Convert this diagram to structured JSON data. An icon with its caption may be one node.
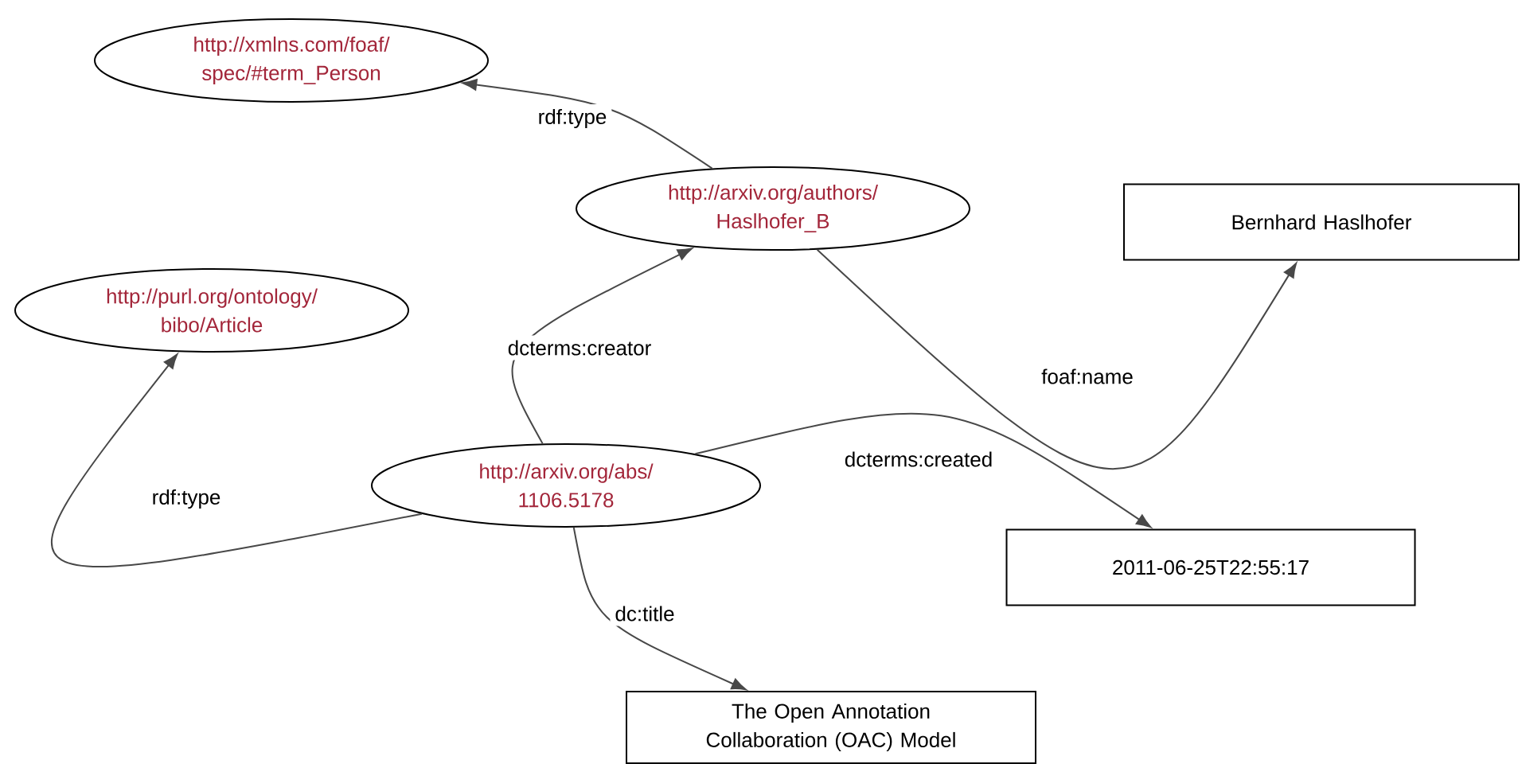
{
  "diagram": {
    "nodes": [
      {
        "text": [
          "http://xmlns.com/foaf/ spec/#term_Person"
        ]
      },
      {
        "text": [
          "http://arxiv.org/authors/ Haslhofer_B"
        ]
      },
      {
        "text": [
          "Bernhard Haslhofer"
        ]
      },
      {
        "text": [
          "http://purl.org/ontology/ bibo/Article"
        ]
      },
      {
        "text": [
          "http://arxiv.org/abs/ 1106.5178"
        ]
      },
      {
        "text": [
          "2011-06-25T22:55:17"
        ]
      },
      {
        "text": [
          "The Open Annotation Collaboration (OAC) Model"
        ]
      }
    ],
    "edges": [
      {
        "from": 1,
        "to": 0,
        "arrow": "to",
        "label": "rdf:type"
      },
      {
        "from": 4,
        "to": 1,
        "arrow": "to",
        "label": "dcterms:creator"
      },
      {
        "from": 1,
        "to": 2,
        "arrow": "to",
        "label": "foaf:name"
      },
      {
        "from": 4,
        "to": 3,
        "arrow": "to",
        "label": "rdf:type"
      },
      {
        "from": 4,
        "to": 5,
        "arrow": "to",
        "label": "dcterms:created"
      },
      {
        "from": 4,
        "to": 6,
        "arrow": "to",
        "label": "dc:title"
      }
    ]
  }
}
